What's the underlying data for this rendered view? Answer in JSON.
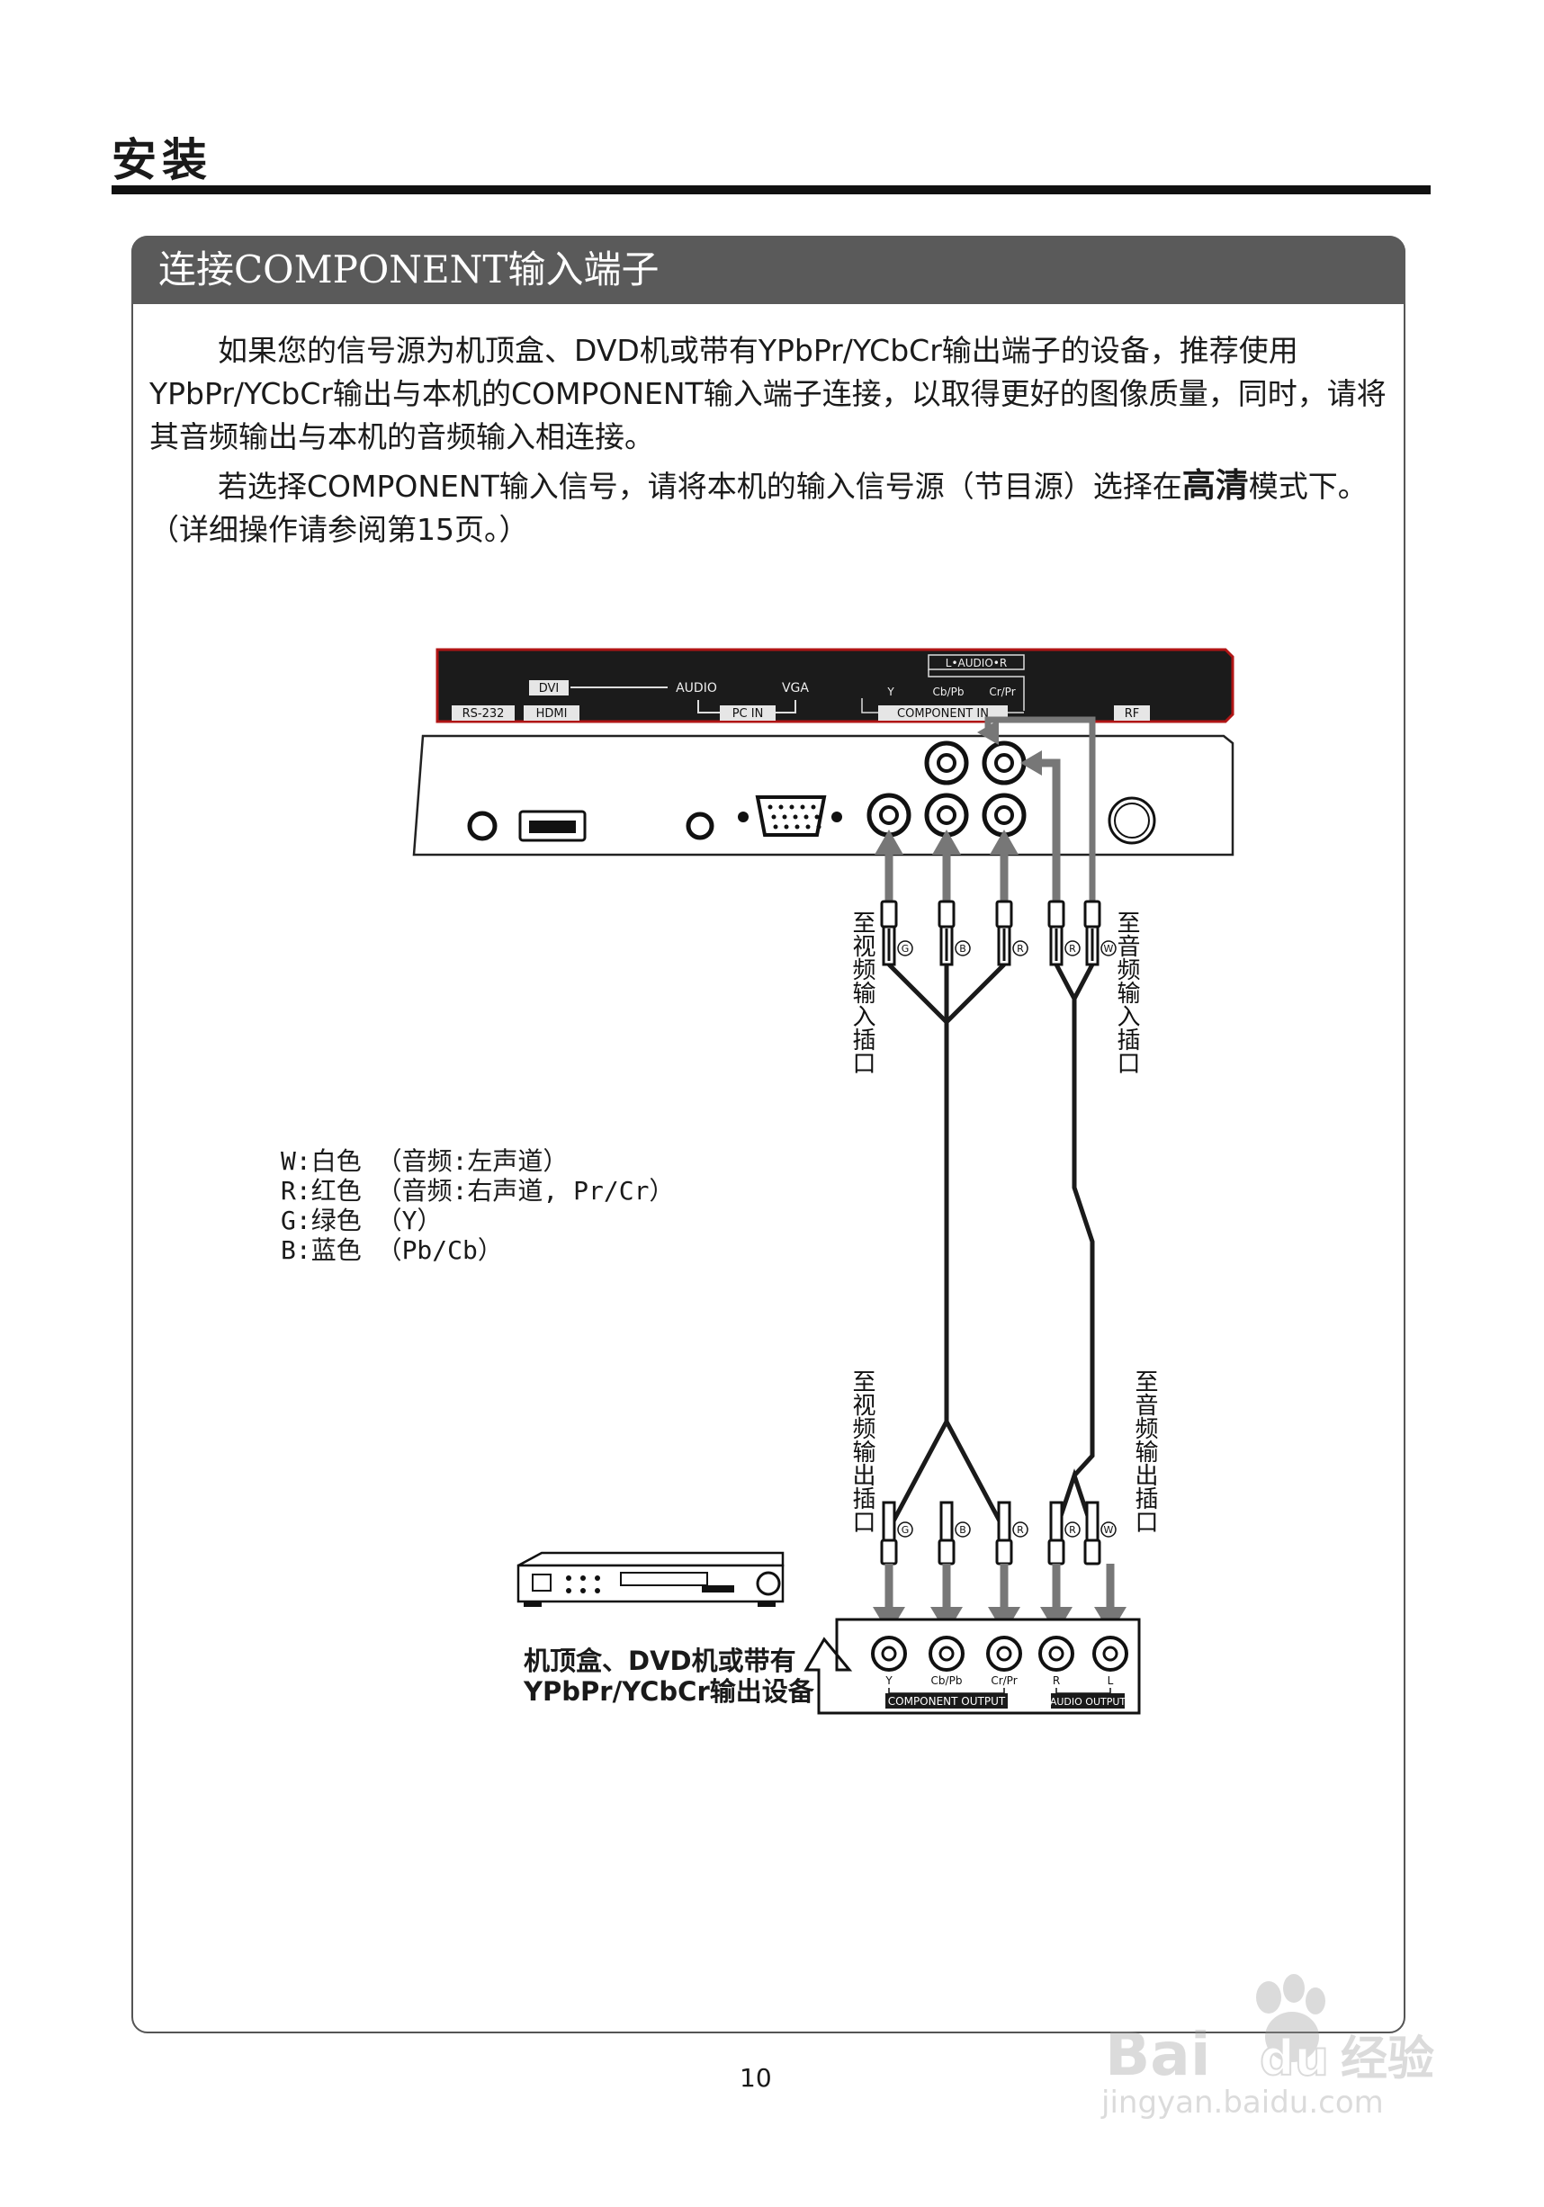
{
  "header": {
    "section_title": "安装"
  },
  "box": {
    "title": "连接COMPONENT输入端子"
  },
  "body": {
    "para1": "如果您的信号源为机顶盒、DVD机或带有YPbPr/YCbCr输出端子的设备，推荐使用YPbPr/YCbCr输出与本机的COMPONENT输入端子连接，以取得更好的图像质量，同时，请将其音频输出与本机的音频输入相连接。",
    "para2_pre": "若选择COMPONENT输入信号，请将本机的输入信号源（节目源）选择在",
    "para2_highlight": "高清",
    "para2_post": "模式下。（详细操作请参阅第15页。）"
  },
  "tv_panel": {
    "rs232": "RS-232",
    "dvi": "DVI",
    "hdmi": "HDMI",
    "audio": "AUDIO",
    "pc_in": "PC IN",
    "vga": "VGA",
    "audio_lr": "L•AUDIO•R",
    "y": "Y",
    "cb_pb": "Cb/Pb",
    "cr_pr": "Cr/Pr",
    "component_in": "COMPONENT IN",
    "rf": "RF"
  },
  "cable_labels": {
    "video_in": "至视频输入插口",
    "audio_in": "至音频输入插口",
    "video_out": "至视频输出插口",
    "audio_out": "至音频输出插口"
  },
  "plug_marks": {
    "green": "G",
    "blue": "B",
    "red": "R",
    "white": "W"
  },
  "legend": [
    {
      "mark": "W",
      "text": ":白色 （音频:左声道）"
    },
    {
      "mark": "R",
      "text": ":红色 （音频:右声道, Pr/Cr）"
    },
    {
      "mark": "G",
      "text": ":绿色 （Y）"
    },
    {
      "mark": "B",
      "text": ":蓝色 （Pb/Cb）"
    }
  ],
  "device_panel": {
    "y": "Y",
    "cb_pb": "Cb/Pb",
    "cr_pr": "Cr/Pr",
    "r": "R",
    "l": "L",
    "component_output": "COMPONENT OUTPUT",
    "audio_output": "AUDIO OUTPUT"
  },
  "device_caption": [
    "机顶盒、DVD机或带有",
    "YPbPr/YCbCr输出设备"
  ],
  "footer": {
    "page_number": "10"
  },
  "watermark": {
    "brand": "Bai",
    "brand_2": "du",
    "brand_cn": "经验",
    "url": "jingyan.baidu.com"
  }
}
